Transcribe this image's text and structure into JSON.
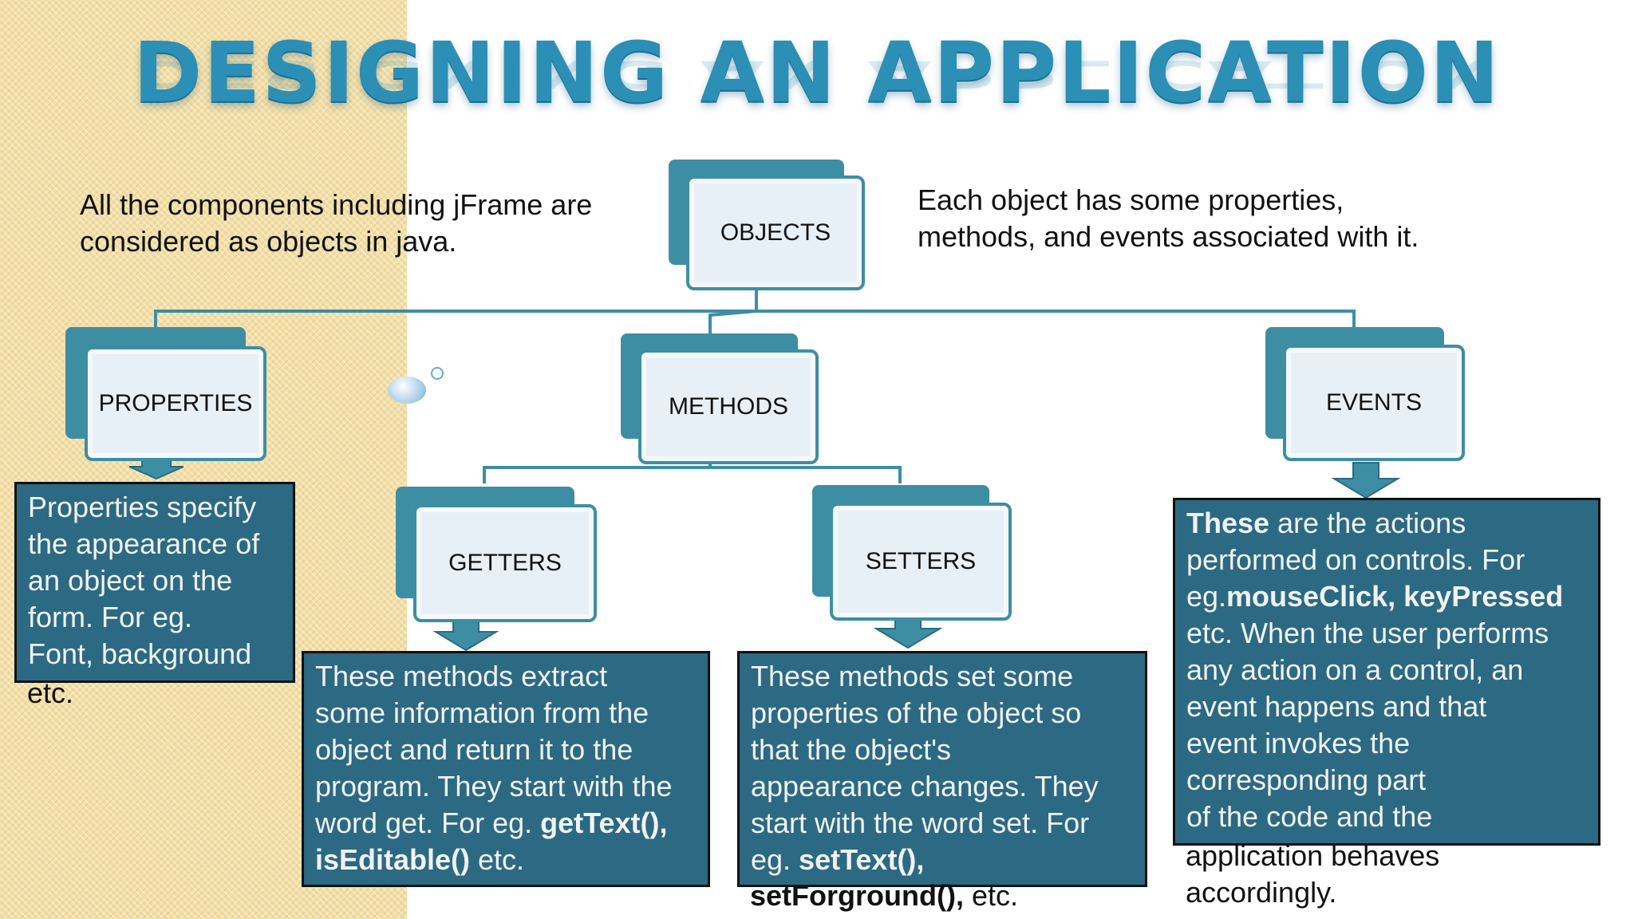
{
  "title": "DESIGNING AN APPLICATION",
  "intro_left": [
    "All the components including jFrame are",
    "considered as objects in java."
  ],
  "intro_right": [
    "Each object has some properties,",
    "methods, and events associated with it."
  ],
  "nodes": {
    "objects": "OBJECTS",
    "properties": "PROPERTIES",
    "methods": "METHODS",
    "events": "EVENTS",
    "getters": "GETTERS",
    "setters": "SETTERS"
  },
  "properties_desc": {
    "lines": [
      "Properties specify",
      "the appearance of",
      "an object on the",
      "form. For eg.",
      "Font, background"
    ],
    "overflow": "etc."
  },
  "getters_desc": {
    "lines": [
      "These methods extract",
      "some information from the",
      "object and return it to the",
      "program. They start with the"
    ],
    "line5_pre": "word get. For eg. ",
    "line5_bold": "getText(),",
    "line6_bold": "isEditable()",
    "line6_post": " etc."
  },
  "setters_desc": {
    "lines": [
      "These methods set some",
      "properties of the object so",
      "that the object's",
      "appearance changes. They",
      "start with the word set. For"
    ],
    "line6_pre": "eg. ",
    "line6_bold": "setText(),",
    "overflow_bold": "setForground(),",
    "overflow_post": " etc."
  },
  "events_desc": {
    "line1_bold": "These",
    "line1_post": " are the actions",
    "line2": "performed on controls. For",
    "line3_pre": "eg.",
    "line3_bold": "mouseClick, keyPressed",
    "lines": [
      "etc. When the user performs",
      "any action on a control, an",
      "event happens and that",
      "event invokes the",
      "corresponding part",
      "of the code and the"
    ],
    "overflow": [
      "application behaves",
      "accordingly."
    ]
  },
  "colors": {
    "title": "#2c8fb5",
    "node_back": "#3e8ea3",
    "node_front": "#e8f0f7",
    "desc_box": "#2b6a82",
    "connector": "#3e8ea3",
    "sidebar": "#f3dfa6"
  }
}
